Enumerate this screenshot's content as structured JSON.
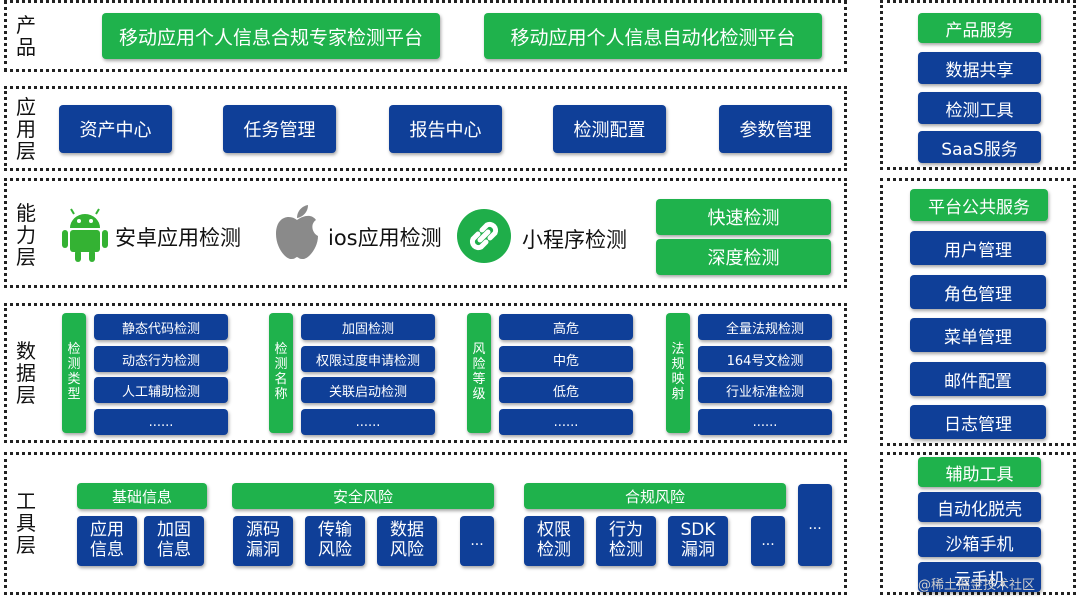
{
  "product": {
    "label": [
      "产",
      "品"
    ],
    "items": [
      "移动应用个人信息合规专家检测平台",
      "移动应用个人信息自动化检测平台"
    ]
  },
  "app_layer": {
    "label": [
      "应",
      "用",
      "层"
    ],
    "items": [
      "资产中心",
      "任务管理",
      "报告中心",
      "检测配置",
      "参数管理"
    ]
  },
  "capability": {
    "label": [
      "能",
      "力",
      "层"
    ],
    "items": [
      "安卓应用检测",
      "ios应用检测",
      "小程序检测"
    ],
    "modes": [
      "快速检测",
      "深度检测"
    ]
  },
  "data_layer": {
    "label": [
      "数",
      "据",
      "层"
    ],
    "groups": [
      {
        "title": [
          "检",
          "测",
          "类",
          "型"
        ],
        "items": [
          "静态代码检测",
          "动态行为检测",
          "人工辅助检测",
          "......"
        ]
      },
      {
        "title": [
          "检",
          "测",
          "名",
          "称"
        ],
        "items": [
          "加固检测",
          "权限过度申请检测",
          "关联启动检测",
          "......"
        ]
      },
      {
        "title": [
          "风",
          "险",
          "等",
          "级"
        ],
        "items": [
          "高危",
          "中危",
          "低危",
          "......"
        ]
      },
      {
        "title": [
          "法",
          "规",
          "映",
          "射"
        ],
        "items": [
          "全量法规检测",
          "164号文检测",
          "行业标准检测",
          "......"
        ]
      }
    ]
  },
  "tool_layer": {
    "label": [
      "工",
      "具",
      "层"
    ],
    "basic": {
      "title": "基础信息",
      "items": [
        [
          "应用",
          "信息"
        ],
        [
          "加固",
          "信息"
        ]
      ]
    },
    "security": {
      "title": "安全风险",
      "items": [
        [
          "源码",
          "漏洞"
        ],
        [
          "传输",
          "风险"
        ],
        [
          "数据",
          "风险"
        ]
      ],
      "more": "..."
    },
    "compliance": {
      "title": "合规风险",
      "items": [
        [
          "权限",
          "检测"
        ],
        [
          "行为",
          "检测"
        ],
        [
          "SDK",
          "漏洞"
        ]
      ],
      "more": "..."
    },
    "extra": "..."
  },
  "right": {
    "product_services": {
      "title": "产品服务",
      "items": [
        "数据共享",
        "检测工具",
        "SaaS服务"
      ]
    },
    "platform_services": {
      "title": "平台公共服务",
      "items": [
        "用户管理",
        "角色管理",
        "菜单管理",
        "邮件配置",
        "日志管理"
      ]
    },
    "aux_tools": {
      "title": "辅助工具",
      "items": [
        "自动化脱壳",
        "沙箱手机",
        "云手机"
      ]
    }
  },
  "watermark": "@稀土掘金技术社区"
}
